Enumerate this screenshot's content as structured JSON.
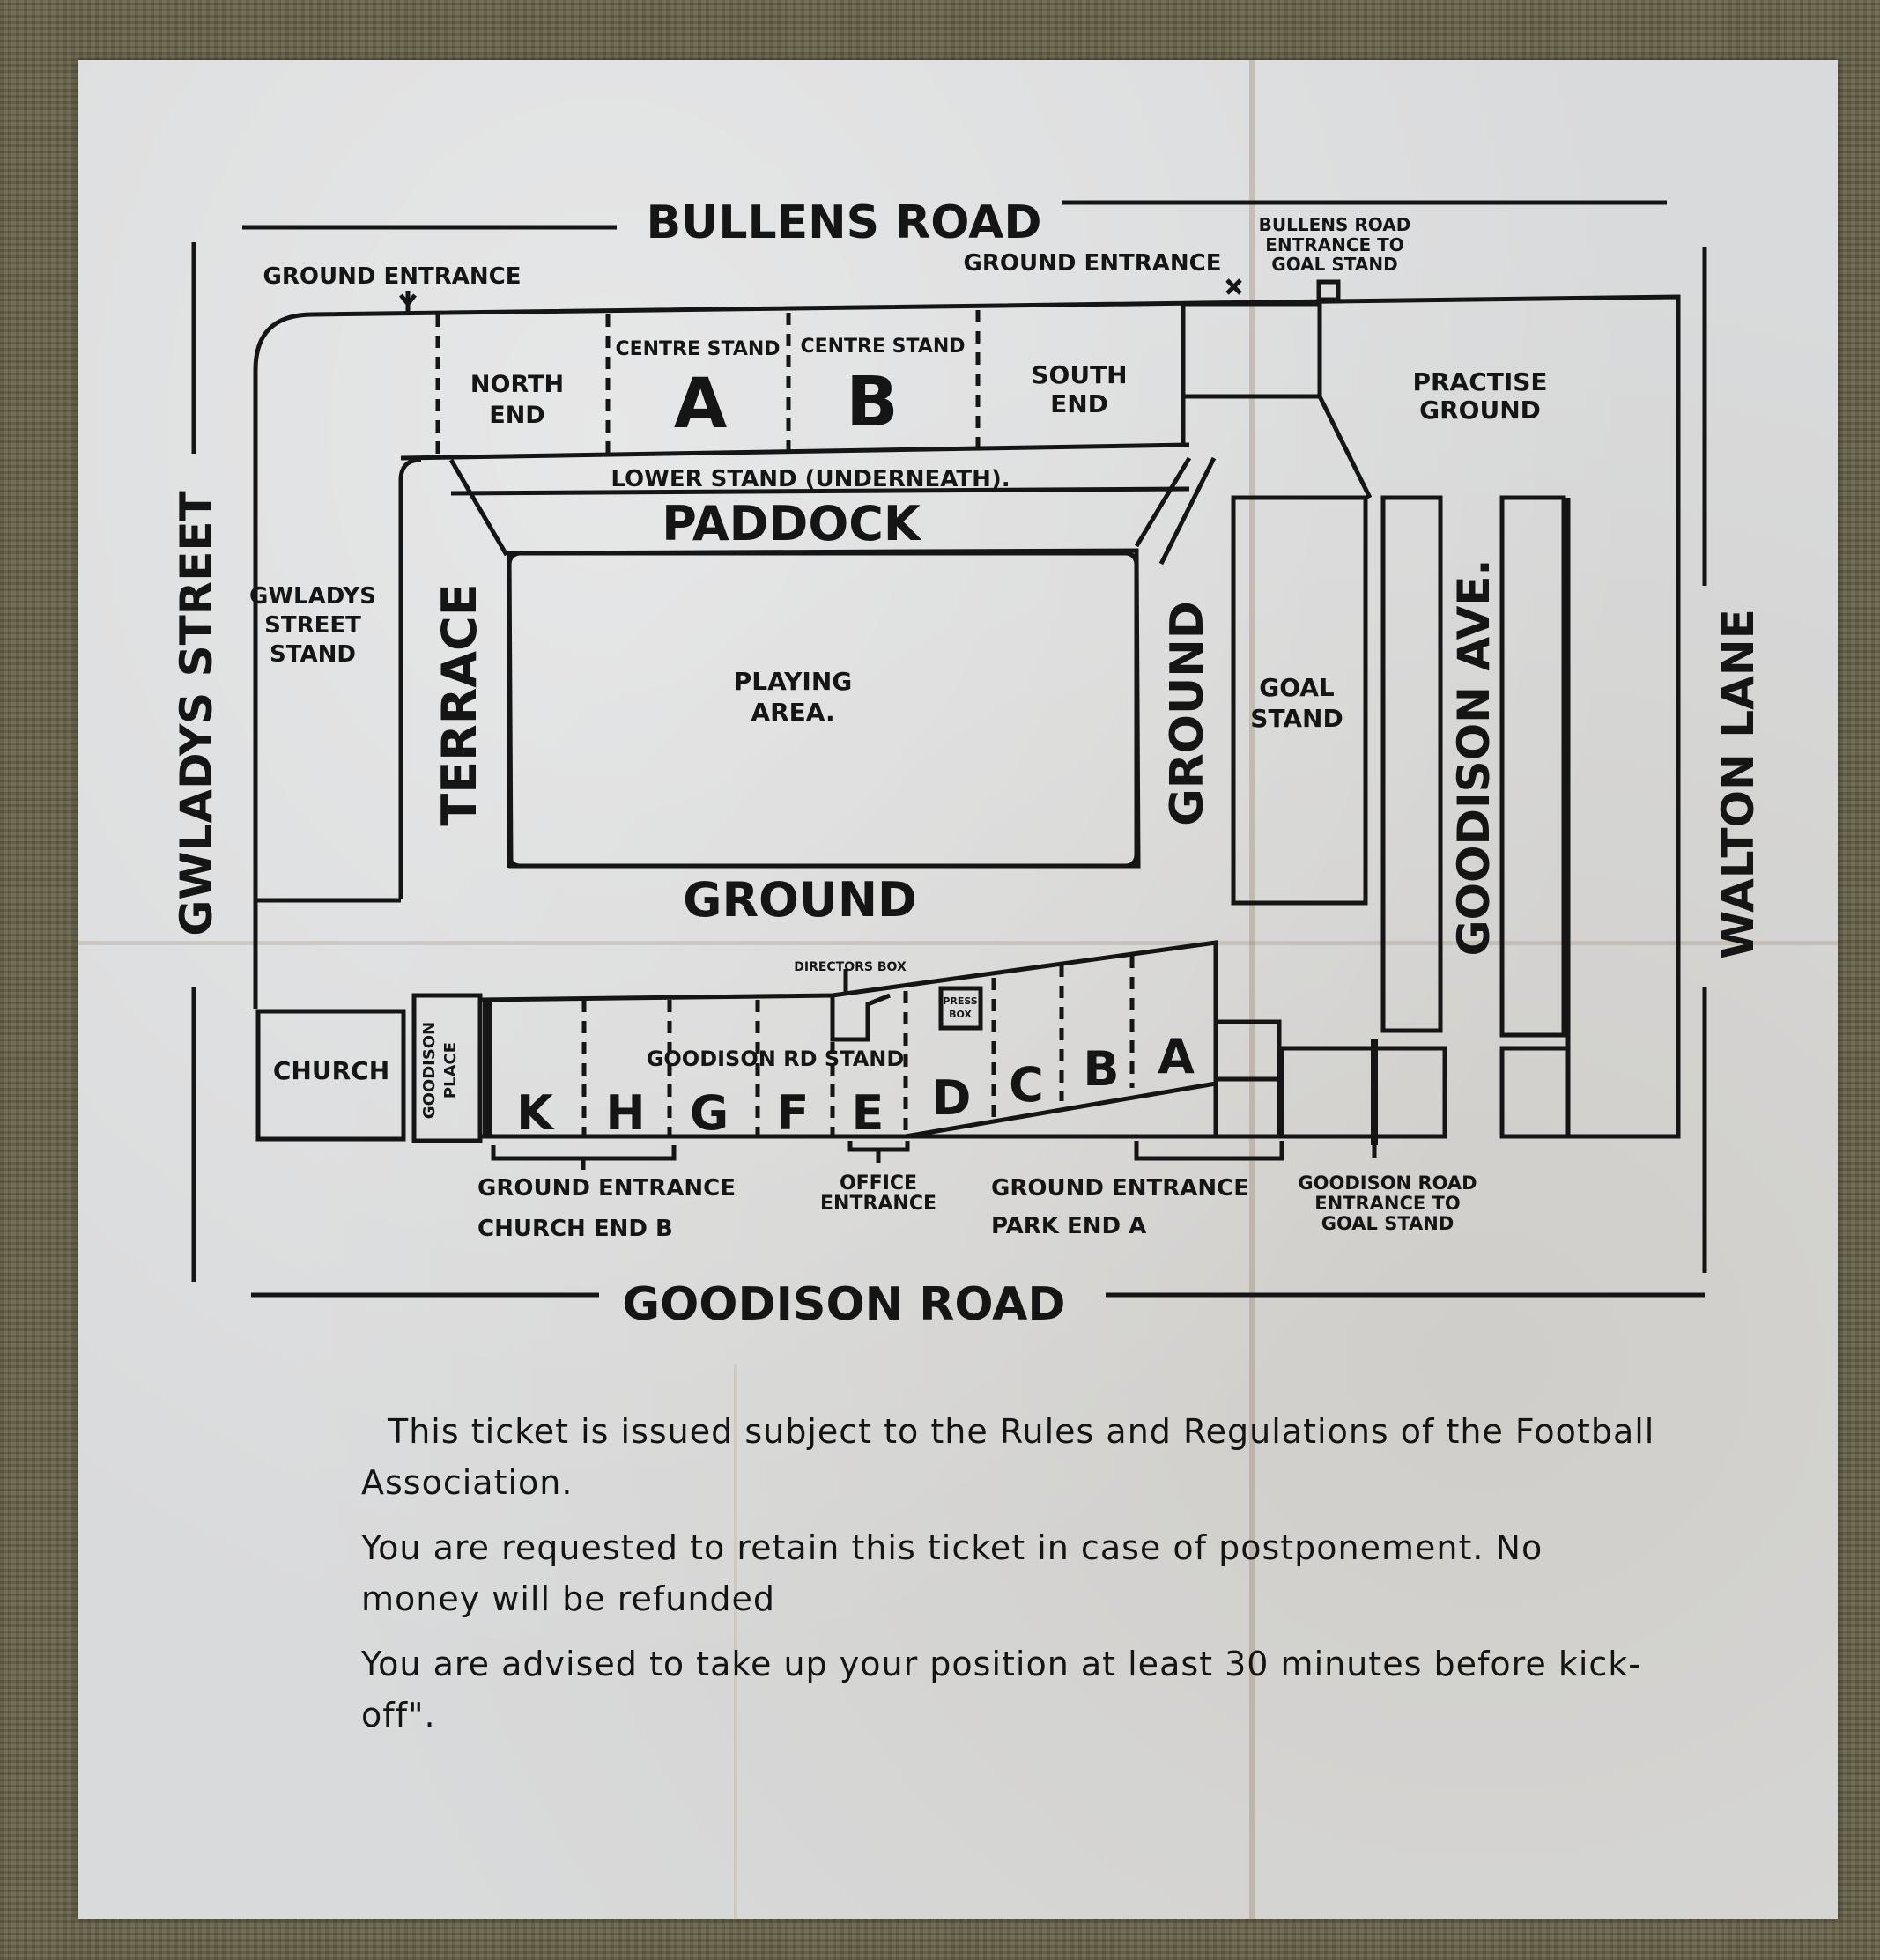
{
  "roads": {
    "top": "BULLENS ROAD",
    "bottom": "GOODISON ROAD",
    "left": "GWLADYS STREET",
    "right": "WALTON LANE"
  },
  "entrances": {
    "top_left": "GROUND ENTRANCE",
    "top_middle": "GROUND ENTRANCE",
    "bullens_goal_stand": [
      "BULLENS ROAD",
      "ENTRANCE TO",
      "GOAL STAND"
    ],
    "church_end": [
      "GROUND ENTRANCE",
      "CHURCH END B"
    ],
    "office": [
      "OFFICE",
      "ENTRANCE"
    ],
    "park_end": [
      "GROUND ENTRANCE",
      "PARK END A"
    ],
    "goodison_goal_stand": [
      "GOODISON ROAD",
      "ENTRANCE TO",
      "GOAL STAND"
    ]
  },
  "stands": {
    "north_end": [
      "NORTH",
      "END"
    ],
    "centre_a_label": "CENTRE STAND",
    "centre_a_letter": "A",
    "centre_b_label": "CENTRE STAND",
    "centre_b_letter": "B",
    "south_end": [
      "SOUTH",
      "END"
    ],
    "practise_ground": [
      "PRACTISE",
      "GROUND"
    ],
    "lower_stand": "LOWER STAND (UNDERNEATH).",
    "paddock": "PADDOCK",
    "gwladys_street_stand": [
      "GWLADYS",
      "STREET",
      "STAND"
    ],
    "terrace": "TERRACE",
    "playing_area": [
      "PLAYING",
      "AREA."
    ],
    "ground_right": "GROUND",
    "goal_stand": [
      "GOAL",
      "STAND"
    ],
    "goodison_ave": "GOODISON AVE.",
    "ground_bottom": "GROUND",
    "church": "CHURCH",
    "goodison_place": [
      "GOODISON",
      "PLACE"
    ],
    "goodison_rd_stand": "GOODISON RD STAND",
    "directors_box": "DIRECTORS BOX",
    "press_box": [
      "PRESS",
      "BOX"
    ],
    "sections": [
      "K",
      "H",
      "G",
      "F",
      "E",
      "D",
      "C",
      "B",
      "A"
    ]
  },
  "terms": [
    "This ticket is issued subject to the Rules and Regulations of the Football Association.",
    "You are requested to retain this ticket in case of postponement. No money will be refunded",
    "You are advised to take up your position at least 30 minutes before kick-off\"."
  ]
}
